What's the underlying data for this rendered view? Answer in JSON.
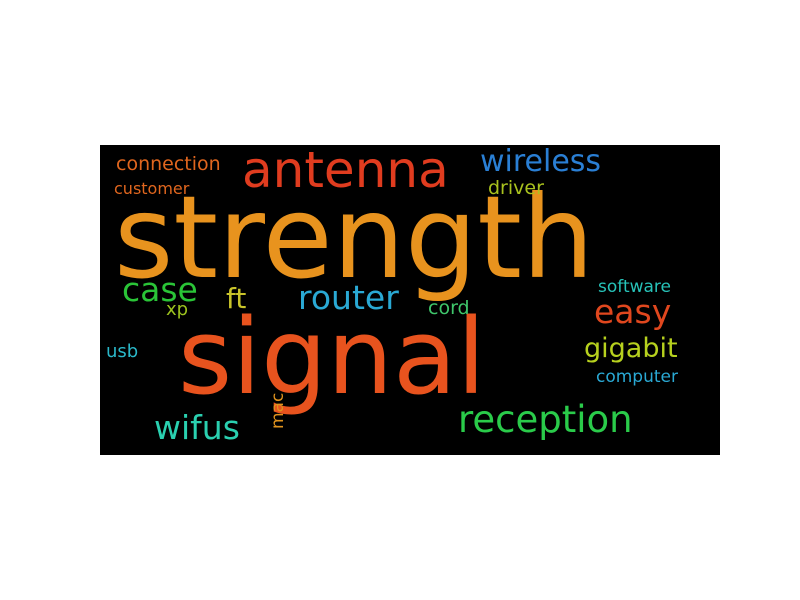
{
  "words": [
    {
      "id": "strength",
      "text": "strength",
      "color": "#E8931E"
    },
    {
      "id": "signal",
      "text": "signal",
      "color": "#E8531E"
    },
    {
      "id": "antenna",
      "text": "antenna",
      "color": "#E03C1F"
    },
    {
      "id": "wireless",
      "text": "wireless",
      "color": "#2A7FD4"
    },
    {
      "id": "connection",
      "text": "connection",
      "color": "#E0661E"
    },
    {
      "id": "customer",
      "text": "customer",
      "color": "#E0661E"
    },
    {
      "id": "driver",
      "text": "driver",
      "color": "#A9C21E"
    },
    {
      "id": "case",
      "text": "case",
      "color": "#2AC437"
    },
    {
      "id": "ft",
      "text": "ft",
      "color": "#C9C42A"
    },
    {
      "id": "router",
      "text": "router",
      "color": "#2AA9D4"
    },
    {
      "id": "easy",
      "text": "easy",
      "color": "#E0471E"
    },
    {
      "id": "software",
      "text": "software",
      "color": "#27C2B8"
    },
    {
      "id": "xp",
      "text": "xp",
      "color": "#9CC21E"
    },
    {
      "id": "cord",
      "text": "cord",
      "color": "#3FC66B"
    },
    {
      "id": "gigabit",
      "text": "gigabit",
      "color": "#B7D11E"
    },
    {
      "id": "usb",
      "text": "usb",
      "color": "#2AB8C9"
    },
    {
      "id": "computer",
      "text": "computer",
      "color": "#2AA9D4"
    },
    {
      "id": "wifus",
      "text": "wifus",
      "color": "#2AD0B0"
    },
    {
      "id": "mac",
      "text": "mac",
      "color": "#E0931E"
    },
    {
      "id": "reception",
      "text": "reception",
      "color": "#2ACB4A"
    }
  ]
}
